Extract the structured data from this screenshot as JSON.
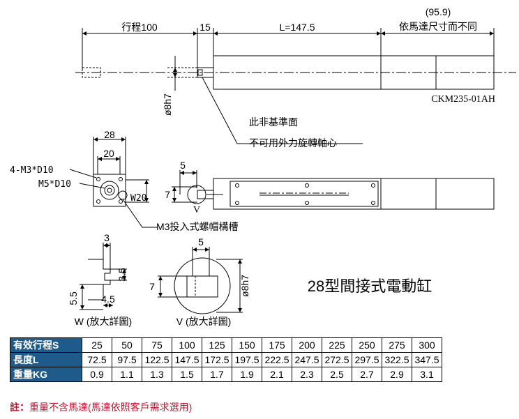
{
  "labels": {
    "stroke_dim": "行程100",
    "dim_15": "15",
    "dim_L": "L=147.5",
    "dim_95_9": "(95.9)",
    "motor_note": "依馬達尺寸而不同",
    "model": "CKM235-01AH",
    "shaft_dim": "ø8h7",
    "ref_note_1": "此非基準面",
    "ref_note_2": "不可用外力旋轉軸心",
    "dim_28": "28",
    "dim_20_top": "20",
    "dim_20_side": "W20",
    "hole_m3": "4-M3*D10",
    "hole_m5": "M5*D10",
    "nut_slot": "M3投入式螺帽構槽",
    "dim_5_side": "5",
    "dim_7_side": "7",
    "v_mark": "V",
    "w_dim_3": "3",
    "w_dim_3_5": "3.5",
    "w_dim_5_5": "5.5",
    "w_dim_4_5": "4.5",
    "w_caption": "W (放大詳圖)",
    "v_dim_5": "5",
    "v_dim_7": "7",
    "v_dim_phi": "ø8h7",
    "v_caption": "V (放大詳圖)",
    "title": "28型間接式電動缸"
  },
  "table": {
    "row_labels": [
      "有效行程S",
      "長度L",
      "重量KG"
    ],
    "stroke": [
      "25",
      "50",
      "75",
      "100",
      "125",
      "150",
      "175",
      "200",
      "225",
      "250",
      "275",
      "300"
    ],
    "length": [
      "72.5",
      "97.5",
      "122.5",
      "147.5",
      "172.5",
      "197.5",
      "222.5",
      "247.5",
      "272.5",
      "297.5",
      "322.5",
      "347.5"
    ],
    "weight": [
      "0.9",
      "1.1",
      "1.3",
      "1.5",
      "1.7",
      "1.9",
      "2.1",
      "2.3",
      "2.5",
      "2.7",
      "2.9",
      "3.1"
    ]
  },
  "note": {
    "prefix": "註：",
    "text": "重量不含馬達(馬達依照客戶需求選用)"
  },
  "colors": {
    "header_bg": "#1f5b8a",
    "note": "#c8102e"
  }
}
